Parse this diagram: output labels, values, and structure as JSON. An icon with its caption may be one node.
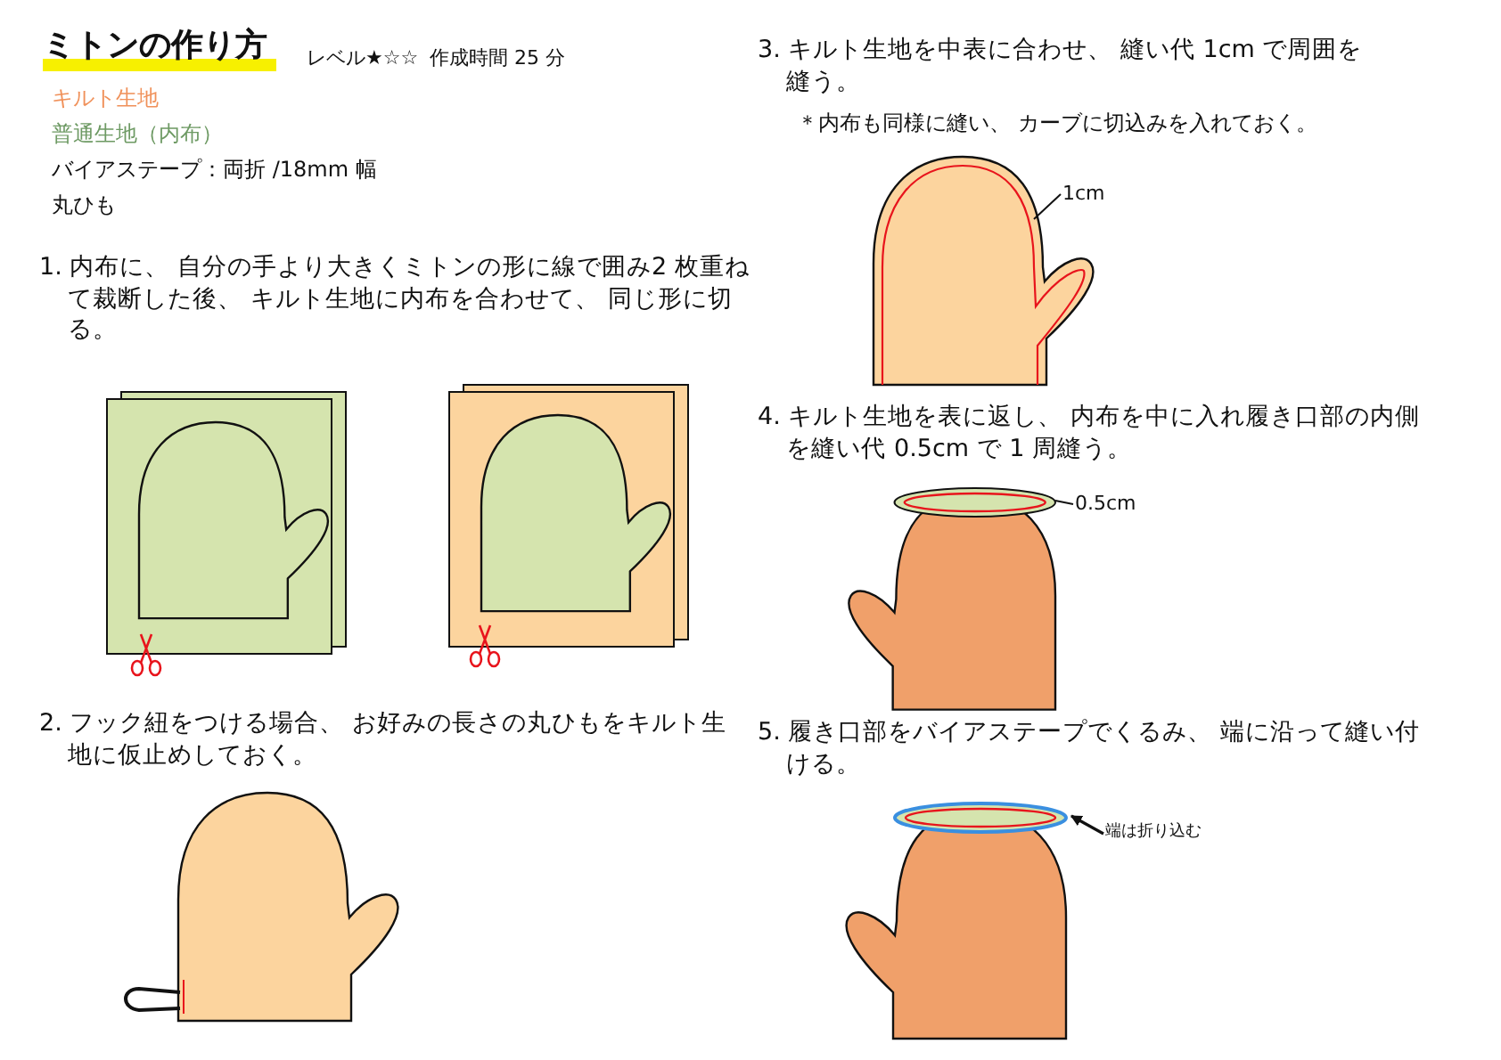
{
  "diagram": {
    "title": "ミトンの作り方",
    "nodes": [
      {
        "text": [
          "1cm"
        ]
      },
      {
        "text": [
          "0.5cm"
        ]
      },
      {
        "text": [
          "端は折り込む"
        ]
      },
      {
        "text": [],
        "shape": "ellipse"
      }
    ],
    "edges": [
      {
        "from": 0,
        "to": null,
        "arrow": "none"
      },
      {
        "from": 1,
        "to": null,
        "arrow": "none"
      },
      {
        "from": 2,
        "to": 3,
        "arrow": "to"
      }
    ],
    "labels": [
      "レベル★☆☆",
      "作成時間 25 分",
      "キルト生地",
      "普通生地（内布）",
      "バイアステープ：両折 /18mm 幅",
      "丸ひも",
      "1. 内布に、 自分の手より大きくミトンの形に線で囲み2 枚重ねて裁断した後、 キルト生地に内布を合わせて、 同じ形に切る。",
      "2. フック紐をつける場合、 お好みの長さの丸ひもをキルト生地に仮止めしておく。",
      "3. キルト生地を中表に合わせ、 縫い代 1cm で周囲を縫う。",
      "＊内布も同様に縫い、 カーブに切込みを入れておく。",
      "4. キルト生地を表に返し、 内布を中に入れ履き口部の内側を縫い代 0.5cm で 1 周縫う。",
      "5. 履き口部をバイアステープでくるみ、 端に沿って縫い付ける。"
    ]
  }
}
